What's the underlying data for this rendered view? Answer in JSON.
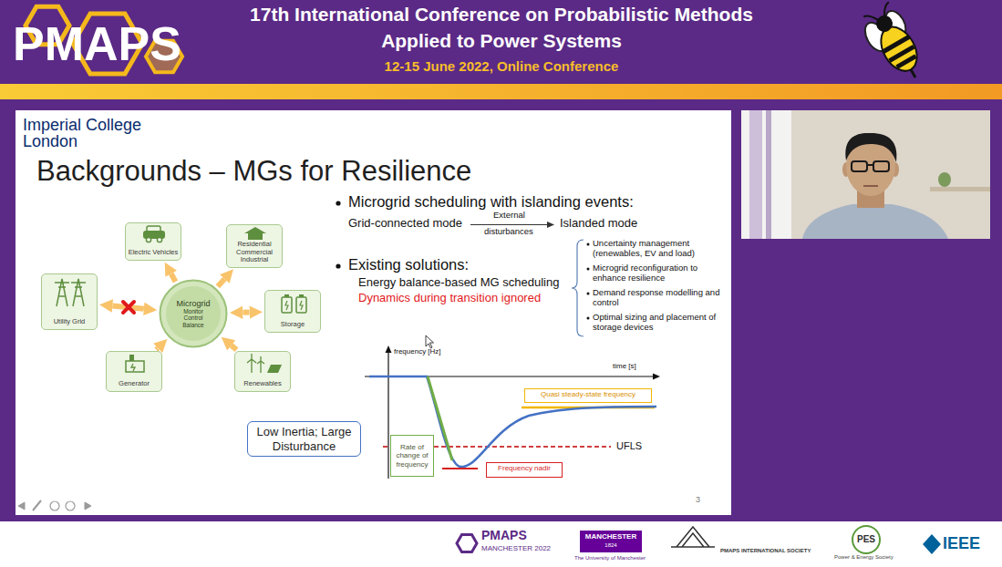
{
  "diagram": {
    "title": "Backgrounds – MGs for Resilience",
    "nodes": [
      {
        "text": [
          "Electric Vehicles"
        ]
      },
      {
        "text": [
          "Residential Commercial Industrial"
        ]
      },
      {
        "text": [
          "Utility Grid"
        ]
      },
      {
        "text": [
          "Microgrid",
          "Monitor Control Balance"
        ]
      },
      {
        "text": [
          "Storage"
        ]
      },
      {
        "text": [
          "Generator"
        ]
      },
      {
        "text": [
          "Renewables"
        ]
      },
      {
        "text": [
          "Quasi steady-state frequency"
        ]
      },
      {
        "text": [
          "Low Inertia; Large Disturbance"
        ]
      },
      {
        "text": [
          "Rate of change of frequency"
        ]
      },
      {
        "text": [
          "Frequency nadir"
        ]
      }
    ],
    "edges": [
      {
        "from": 3,
        "to": 0,
        "arrow": "to"
      },
      {
        "from": 3,
        "to": 1,
        "arrow": "to"
      },
      {
        "from": 2,
        "to": 3,
        "arrow": "both"
      },
      {
        "from": 3,
        "to": 4,
        "arrow": "both"
      },
      {
        "from": 5,
        "to": 3,
        "arrow": "to"
      },
      {
        "from": 6,
        "to": 3,
        "arrow": "to"
      }
    ],
    "labels": [
      "PMAPS",
      "17th International Conference on Probabilistic Methods",
      "Applied to Power Systems",
      "12-15 June 2022, Online Conference",
      "Imperial College London",
      "Microgrid scheduling with islanding events:",
      "Grid-connected mode",
      "External",
      "disturbances",
      "Islanded mode",
      "Existing solutions:",
      "Energy balance-based MG scheduling",
      "Dynamics during transition ignored",
      "Uncertainty management (renewables, EV and load)",
      "Microgrid reconfiguration to enhance resilience",
      "Demand response modelling and control",
      "Optimal sizing and placement of storage devices",
      "frequency [Hz]",
      "time [s]",
      "UFLS",
      "3",
      "PMAPS",
      "MANCHESTER 2022",
      "MANCHESTER",
      "1824",
      "The University of Manchester",
      "PMAPS INTERNATIONAL SOCIETY",
      "PES",
      "Power & Energy Society",
      "IEEE"
    ]
  }
}
